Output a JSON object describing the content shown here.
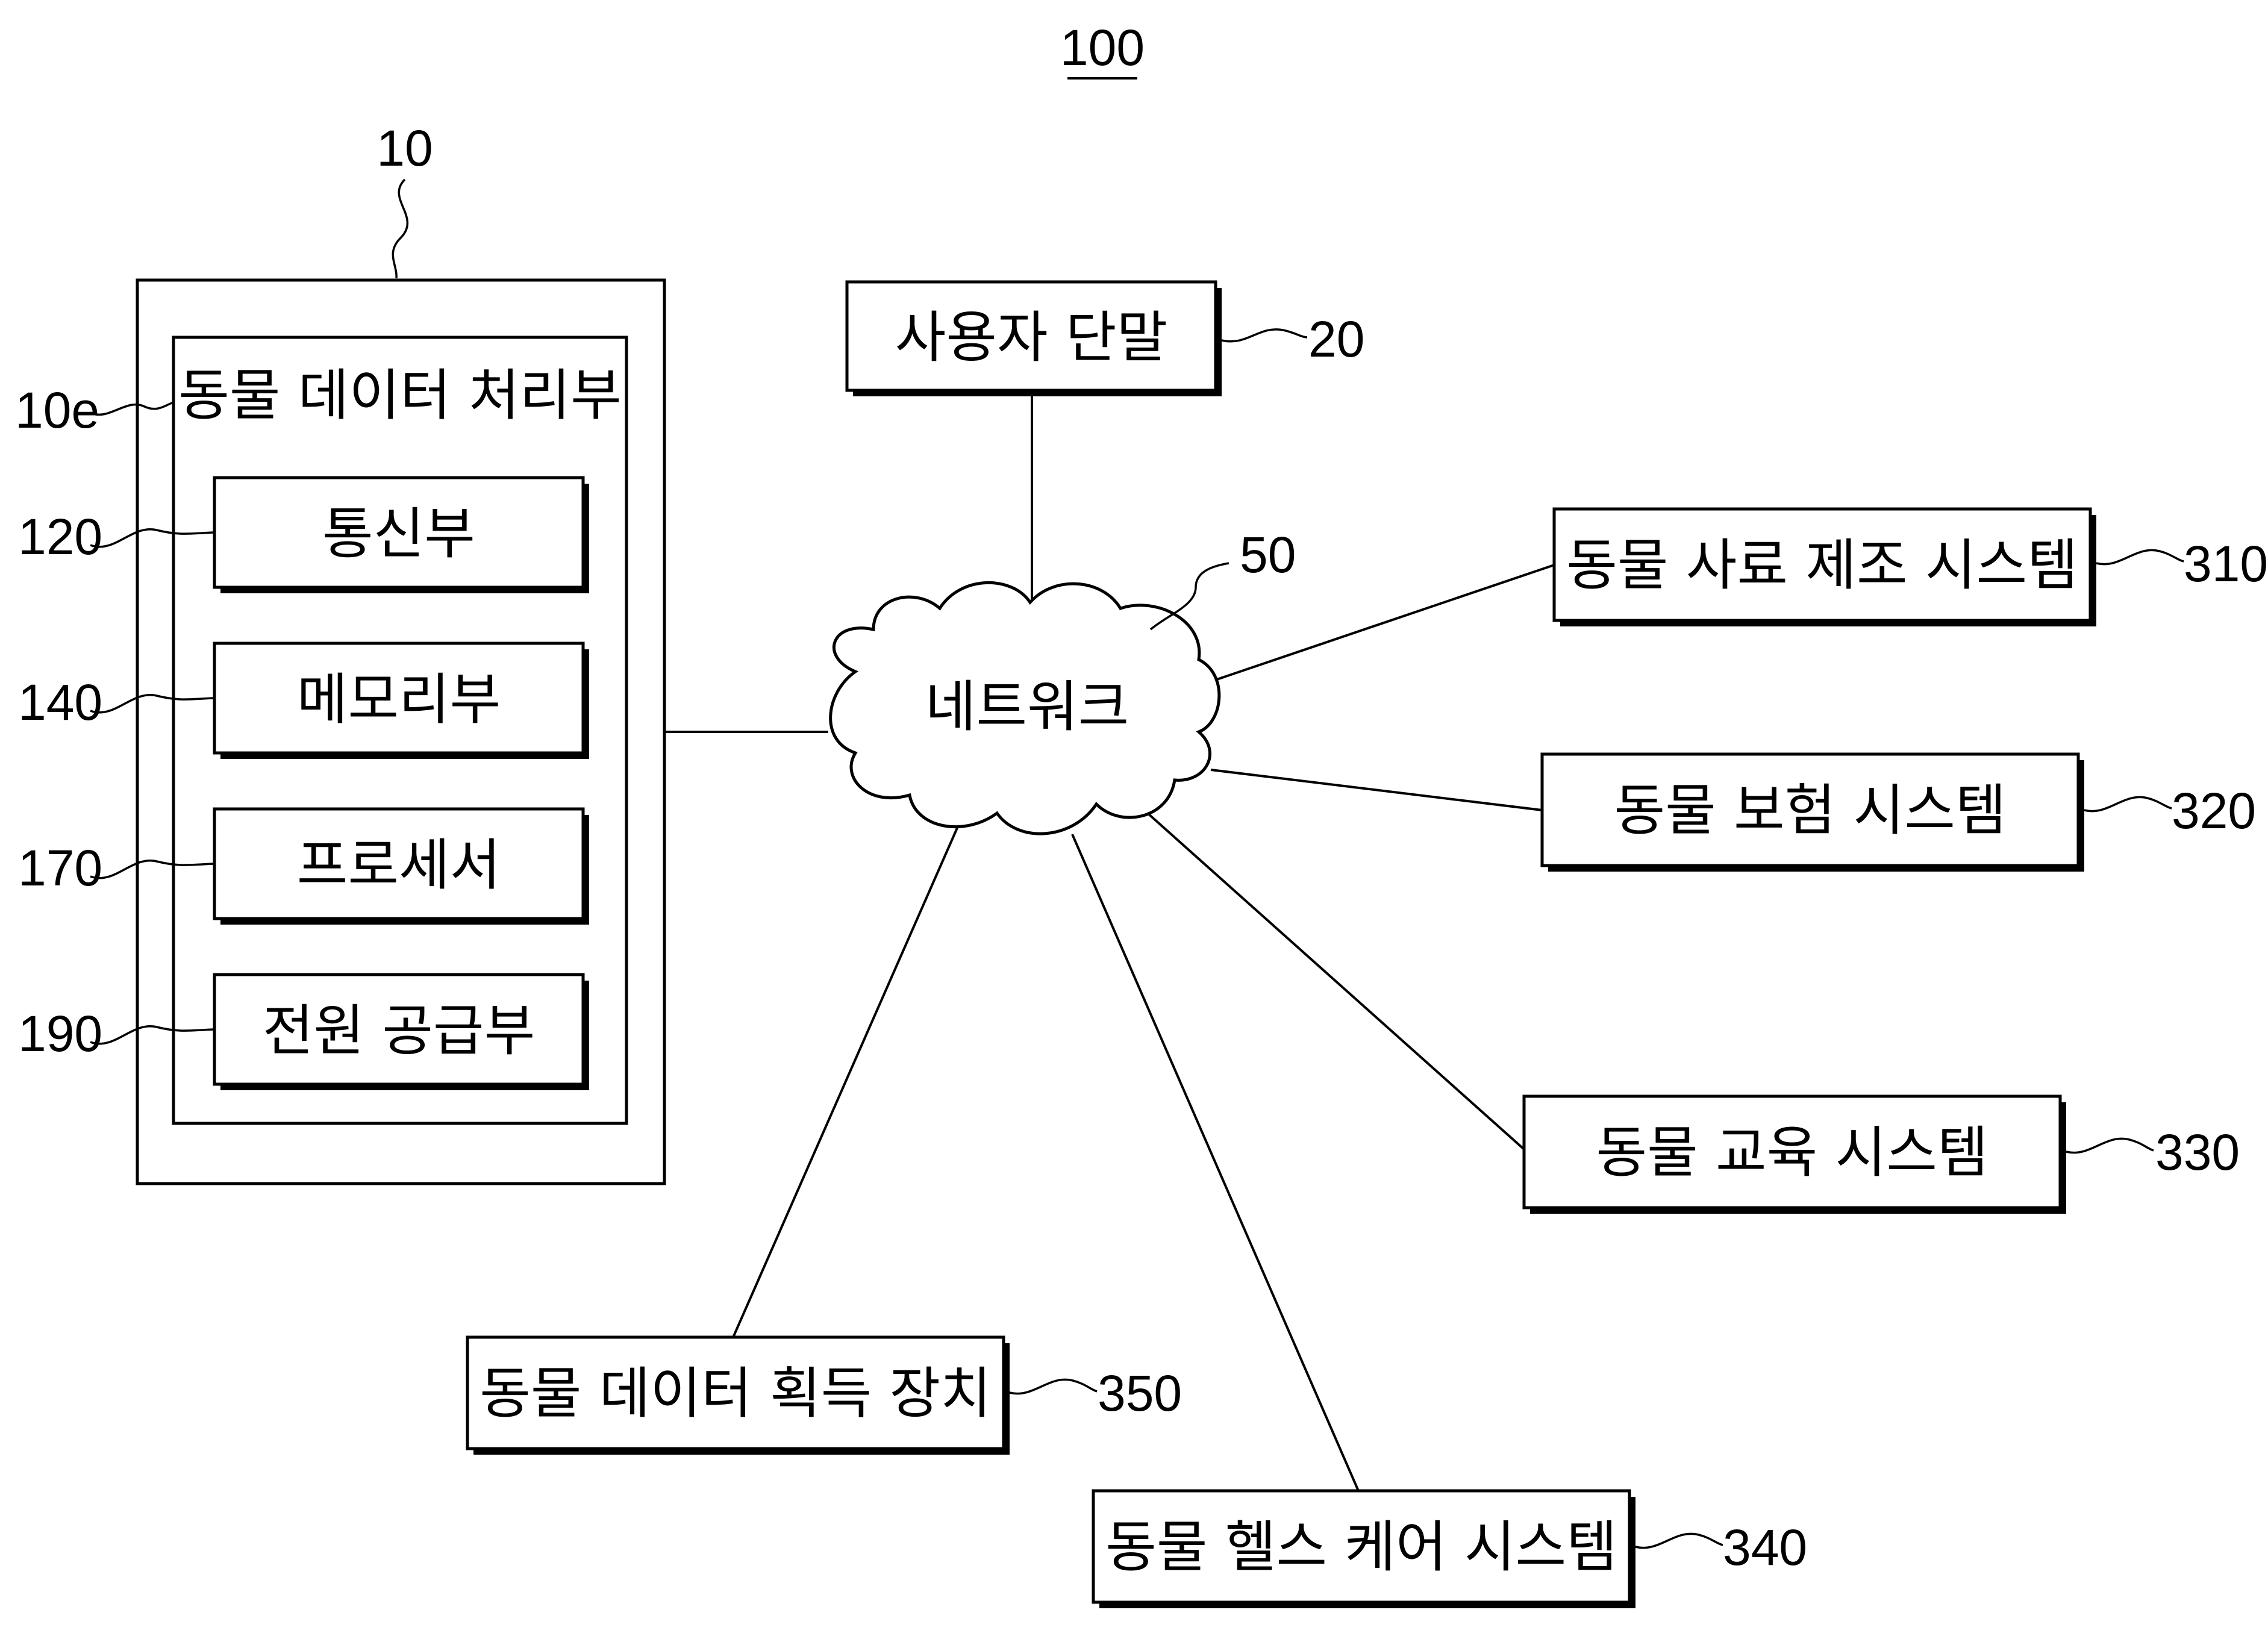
{
  "figure_number": "100",
  "device": {
    "ref": "10",
    "processor_unit": {
      "ref": "10e",
      "label": "동물 데이터 처리부"
    },
    "modules": [
      {
        "ref": "120",
        "label": "통신부"
      },
      {
        "ref": "140",
        "label": "메모리부"
      },
      {
        "ref": "170",
        "label": "프로세서"
      },
      {
        "ref": "190",
        "label": "전원 공급부"
      }
    ]
  },
  "user_terminal": {
    "ref": "20",
    "label": "사용자 단말"
  },
  "network": {
    "ref": "50",
    "label": "네트워크"
  },
  "systems": [
    {
      "ref": "310",
      "label": "동물 사료 제조 시스템"
    },
    {
      "ref": "320",
      "label": "동물 보험 시스템"
    },
    {
      "ref": "330",
      "label": "동물 교육 시스템"
    },
    {
      "ref": "340",
      "label": "동물 헬스 케어 시스템"
    },
    {
      "ref": "350",
      "label": "동물 데이터 획득 장치"
    }
  ]
}
